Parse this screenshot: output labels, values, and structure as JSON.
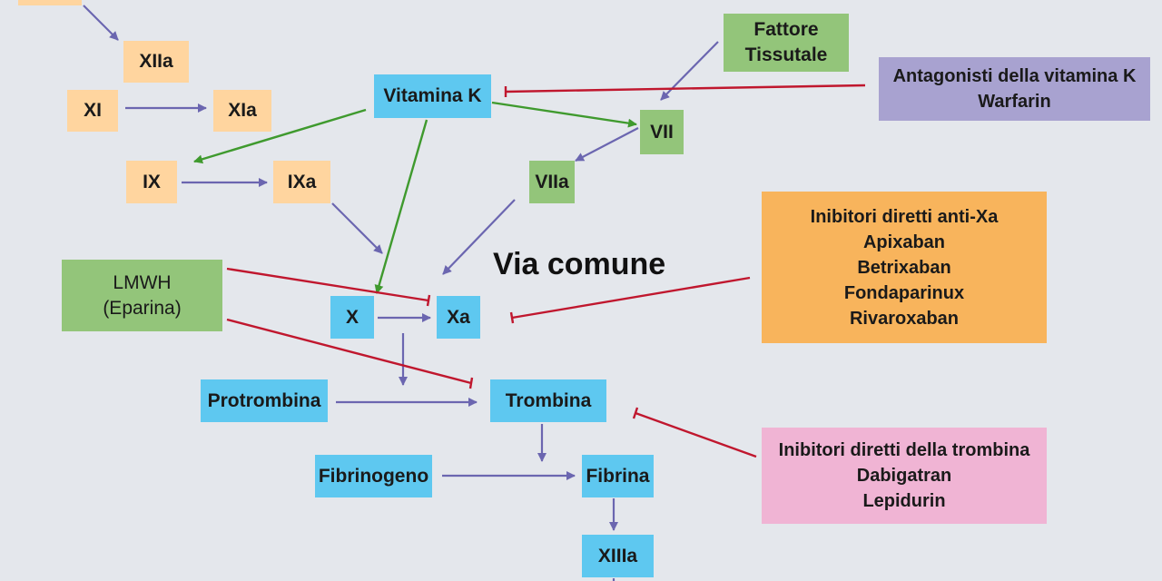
{
  "colors": {
    "background": "#e4e7ec",
    "intrinsic_factor": "#ffd59f",
    "common_pathway": "#5ec8f0",
    "extrinsic_factor": "#93c57a",
    "activation_arrow": "#6b66b0",
    "vitamin_k_arrow": "#3f9a2e",
    "inhibition_line": "#c0172e",
    "vka_box": "#a8a2d0",
    "xa_inhibitor_box": "#f8b45c",
    "thrombin_inhibitor_box": "#f0b4d4"
  },
  "title": "Via comune",
  "nodes": {
    "xii_a": "XIIa",
    "xi": "XI",
    "xi_a": "XIa",
    "ix": "IX",
    "ix_a": "IXa",
    "vitamin_k": "Vitamina K",
    "tissue_factor": [
      "Fattore",
      "Tissutale"
    ],
    "vii": "VII",
    "vii_a": "VIIa",
    "lmwh": [
      "LMWH",
      "(Eparina)"
    ],
    "x": "X",
    "x_a": "Xa",
    "prothrombin": "Protrombina",
    "thrombin": "Trombina",
    "fibrinogen": "Fibrinogeno",
    "fibrin": "Fibrina",
    "xiii_a": "XIIIa"
  },
  "drugs": {
    "vka": {
      "heading": "Antagonisti della vitamina K",
      "items": [
        "Warfarin"
      ]
    },
    "xa_inhibitors": {
      "heading": "Inibitori diretti anti-Xa",
      "items": [
        "Apixaban",
        "Betrixaban",
        "Fondaparinux",
        "Rivaroxaban"
      ]
    },
    "thrombin_inhibitors": {
      "heading": "Inibitori diretti della trombina",
      "items": [
        "Dabigatran",
        "Lepidurin"
      ]
    }
  }
}
